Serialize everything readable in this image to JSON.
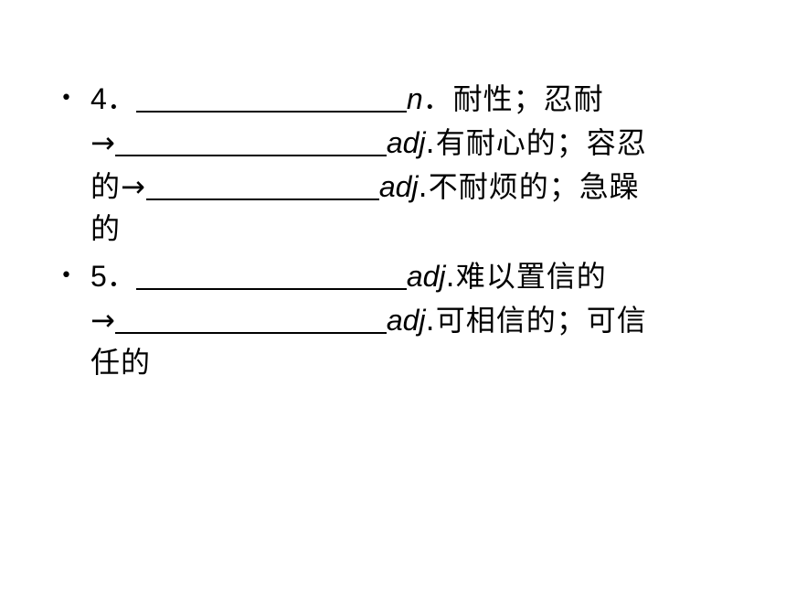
{
  "items": [
    {
      "bullet": "•",
      "number": "4．",
      "lines": [
        {
          "pos": "n",
          "text": "．耐性；忍耐"
        },
        {
          "prefix": "→",
          "pos": "adj",
          "text": ".有耐心的；容忍"
        },
        {
          "prefix": "的→",
          "pos": "adj",
          "text": ".不耐烦的；急躁"
        },
        {
          "text": "的"
        }
      ]
    },
    {
      "bullet": "•",
      "number": "5．",
      "lines": [
        {
          "pos": "adj",
          "text": ".难以置信的"
        },
        {
          "prefix": "→",
          "pos": "adj",
          "text": ".可相信的；可信"
        },
        {
          "text": "任的"
        }
      ]
    }
  ]
}
